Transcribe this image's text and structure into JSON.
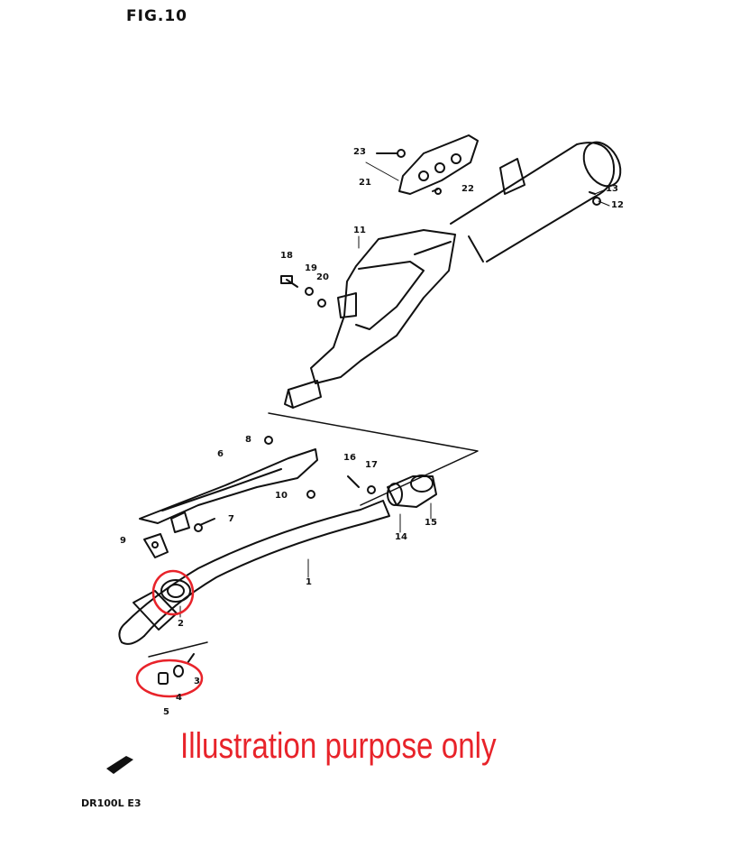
{
  "figure": {
    "title": "FIG.10",
    "model_code": "DR100L E3"
  },
  "watermark": "Illustration purpose only",
  "highlight_color": "#e8232a",
  "callouts": [
    {
      "id": "1",
      "label": "1"
    },
    {
      "id": "2",
      "label": "2"
    },
    {
      "id": "3",
      "label": "3"
    },
    {
      "id": "4",
      "label": "4"
    },
    {
      "id": "5",
      "label": "5"
    },
    {
      "id": "6",
      "label": "6"
    },
    {
      "id": "7",
      "label": "7"
    },
    {
      "id": "8",
      "label": "8"
    },
    {
      "id": "9",
      "label": "9"
    },
    {
      "id": "10",
      "label": "10"
    },
    {
      "id": "11",
      "label": "11"
    },
    {
      "id": "12",
      "label": "12"
    },
    {
      "id": "13",
      "label": "13"
    },
    {
      "id": "14",
      "label": "14"
    },
    {
      "id": "15",
      "label": "15"
    },
    {
      "id": "16",
      "label": "16"
    },
    {
      "id": "17",
      "label": "17"
    },
    {
      "id": "18",
      "label": "18"
    },
    {
      "id": "19",
      "label": "19"
    },
    {
      "id": "20",
      "label": "20"
    },
    {
      "id": "21",
      "label": "21"
    },
    {
      "id": "22",
      "label": "22"
    },
    {
      "id": "23",
      "label": "23"
    }
  ]
}
